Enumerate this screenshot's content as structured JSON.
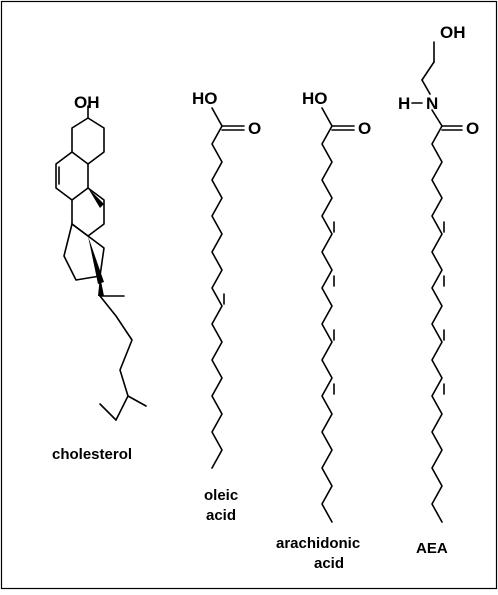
{
  "molecules": {
    "cholesterol": {
      "name": "cholesterol",
      "groups": {
        "hydroxyl": "OH",
        "methyl_a": "",
        "methyl_b": ""
      }
    },
    "oleic_acid": {
      "name_line1": "oleic",
      "name_line2": "acid",
      "groups": {
        "hydroxyl": "HO",
        "carbonyl_o": "O"
      }
    },
    "arachidonic_acid": {
      "name_line1": "arachidonic",
      "name_line2": "acid",
      "groups": {
        "hydroxyl": "HO",
        "carbonyl_o": "O"
      }
    },
    "aea": {
      "name": "AEA",
      "groups": {
        "hydroxyl": "OH",
        "amide_h": "H",
        "amide_n": "N",
        "carbonyl_o": "O"
      }
    }
  }
}
